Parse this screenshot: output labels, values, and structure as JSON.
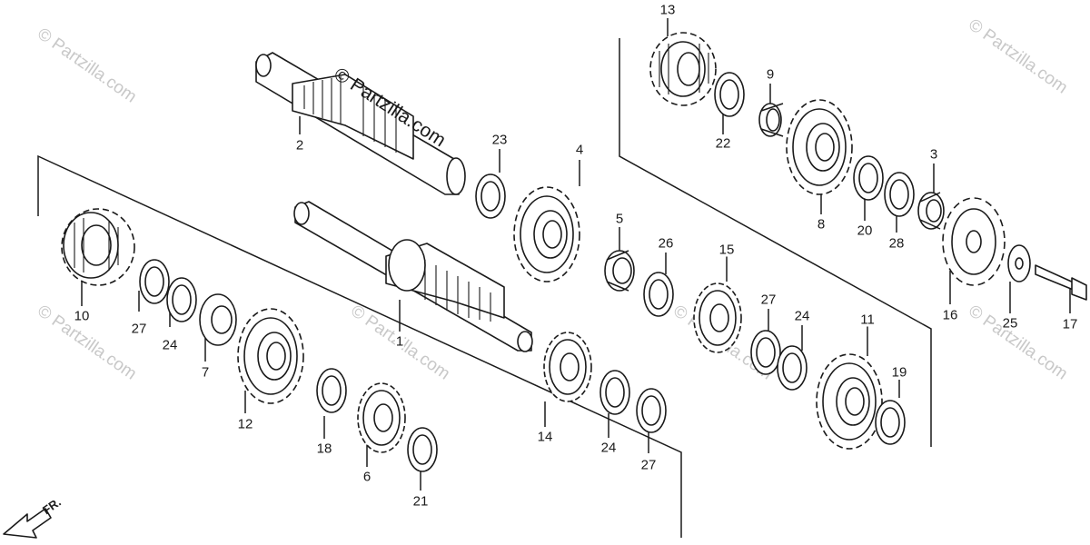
{
  "diagram": {
    "watermark": "© Partzilla.com",
    "faint_watermark": "© Partzilla.com",
    "direction_label": "FR.",
    "colors": {
      "ink": "#1a1a1a",
      "watermark_faint": "#c8c8c8",
      "background": "#ffffff"
    },
    "callouts": {
      "p1": "1",
      "p2": "2",
      "p3": "3",
      "p4": "4",
      "p5": "5",
      "p6": "6",
      "p7": "7",
      "p8": "8",
      "p9": "9",
      "p10": "10",
      "p11": "11",
      "p12": "12",
      "p13": "13",
      "p14": "14",
      "p15": "15",
      "p16": "16",
      "p17": "17",
      "p18": "18",
      "p19": "19",
      "p20": "20",
      "p21": "21",
      "p22": "22",
      "p23": "23",
      "p24a": "24",
      "p24b": "24",
      "p24c": "24",
      "p25": "25",
      "p26": "26",
      "p27a": "27",
      "p27b": "27",
      "p27c": "27",
      "p28": "28"
    }
  }
}
